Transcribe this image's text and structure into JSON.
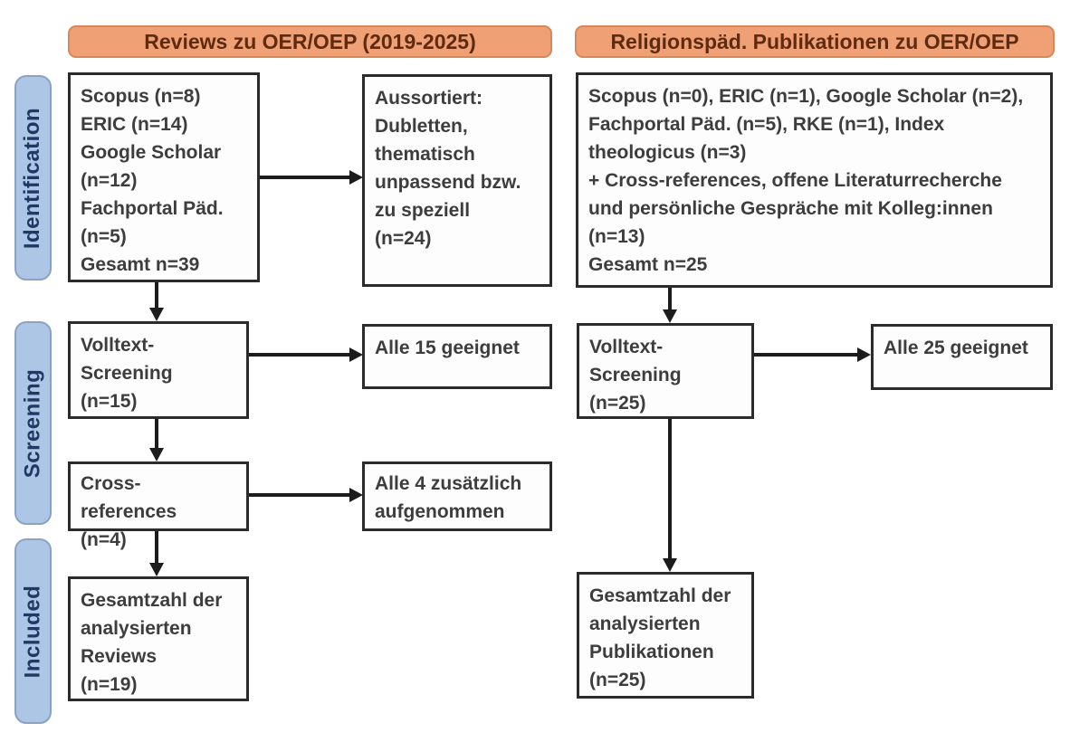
{
  "headers": {
    "left": "Reviews zu OER/OEP (2019-2025)",
    "right": "Religionspäd. Publikationen zu OER/OEP"
  },
  "stages": {
    "identification": "Identification",
    "screening": "Screening",
    "included": "Included"
  },
  "left_column": {
    "sources": "Scopus (n=8)\nERIC (n=14)\nGoogle Scholar\n(n=12)\nFachportal Päd.\n(n=5)\nGesamt n=39",
    "excluded": "Aussortiert:\nDubletten,\nthematisch\nunpassend bzw.\nzu speziell\n(n=24)",
    "fulltext_screening": "Volltext-\nScreening\n(n=15)",
    "eligible": "Alle 15 geeignet",
    "cross_references": "Cross-references\n(n=4)",
    "added": "Alle 4 zusätzlich\naufgenommen",
    "total": "Gesamtzahl der\nanalysierten\nReviews\n(n=19)"
  },
  "right_column": {
    "sources": "Scopus (n=0), ERIC (n=1), Google Scholar (n=2),\nFachportal Päd. (n=5), RKE (n=1), Index\ntheologicus (n=3)\n+ Cross-references, offene Literaturrecherche\nund persönliche Gespräche mit Kolleg:innen\n(n=13)\nGesamt n=25",
    "fulltext_screening": "Volltext-\nScreening\n(n=25)",
    "eligible": "Alle 25 geeignet",
    "total": "Gesamtzahl der\nanalysierten\nPublikationen\n(n=25)"
  },
  "colors": {
    "header_fill": "#efa075",
    "header_border": "#d8875a",
    "header_text": "#5e2b11",
    "stage_fill": "#aec6e6",
    "stage_border": "#8aa3c4",
    "stage_text": "#1f3864",
    "box_border": "#2b2b2b",
    "box_text": "#3d3d3d",
    "arrow": "#1c1c1c"
  }
}
